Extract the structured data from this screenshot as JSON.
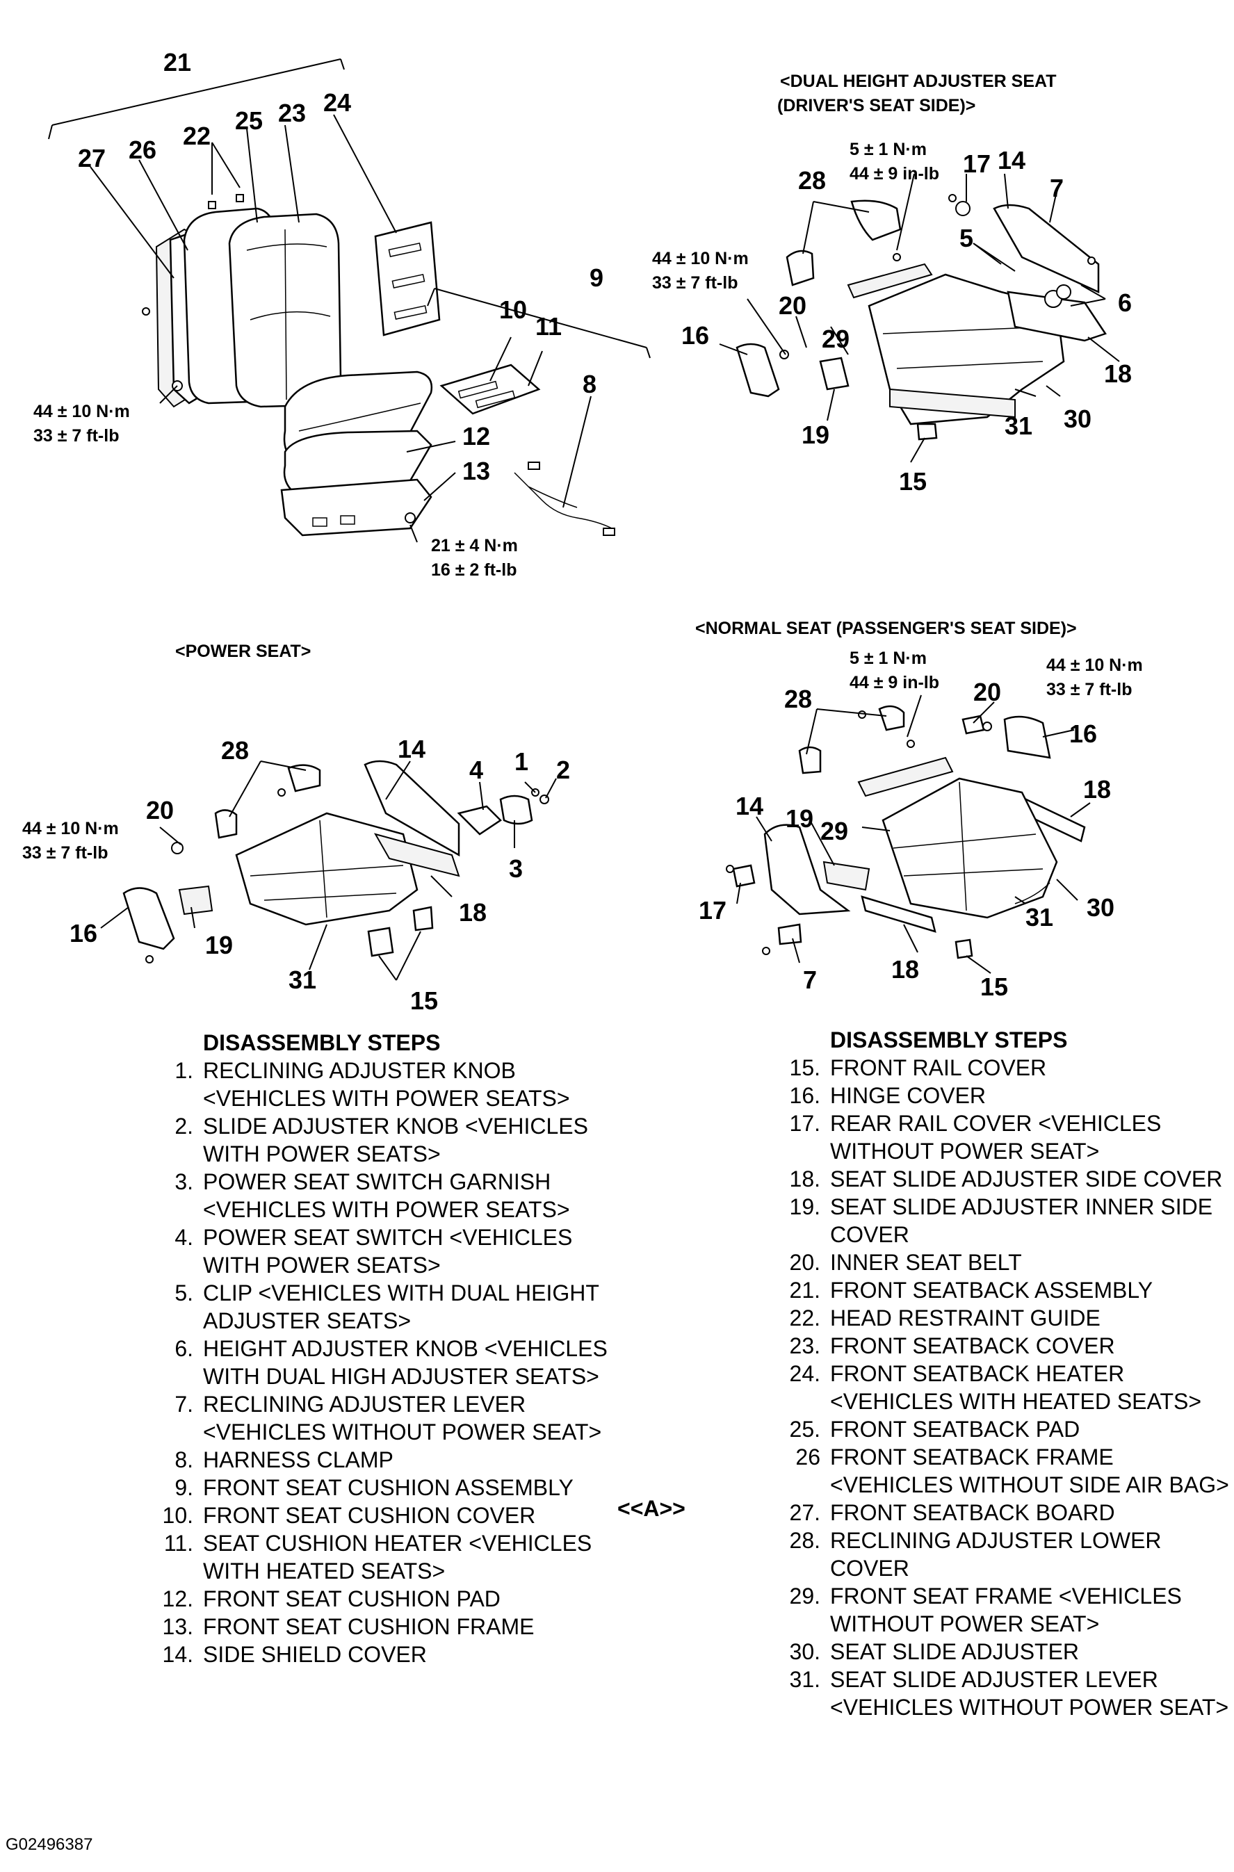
{
  "headings": {
    "dual_height": [
      "<DUAL HEIGHT ADJUSTER SEAT",
      "(DRIVER'S SEAT SIDE)>"
    ],
    "power_seat": "<POWER SEAT>",
    "normal_seat": "<NORMAL SEAT (PASSENGER'S SEAT SIDE)>"
  },
  "torques": {
    "seatback_bolt": [
      "44 ± 10 N·m",
      "33 ± 7 ft-lb"
    ],
    "cushion_bolt": [
      "21 ± 4 N·m",
      "16 ± 2 ft-lb"
    ],
    "dual_small": [
      "5 ± 1 N·m",
      "44 ± 9 in-lb"
    ],
    "dual_belt": [
      "44 ± 10 N·m",
      "33 ± 7 ft-lb"
    ],
    "power_belt": [
      "44 ± 10 N·m",
      "33 ± 7 ft-lb"
    ],
    "normal_small": [
      "5 ± 1 N·m",
      "44 ± 9 in-lb"
    ],
    "normal_belt": [
      "44 ± 10 N·m",
      "33 ± 7 ft-lb"
    ]
  },
  "callouts": {
    "seat": [
      "21",
      "22",
      "25",
      "23",
      "24",
      "27",
      "26",
      "9",
      "10",
      "11",
      "8",
      "12",
      "13"
    ],
    "dual": [
      "28",
      "17",
      "14",
      "7",
      "5",
      "6",
      "20",
      "16",
      "29",
      "18",
      "19",
      "31",
      "30",
      "15"
    ],
    "power": [
      "28",
      "14",
      "4",
      "1",
      "2",
      "3",
      "20",
      "16",
      "19",
      "31",
      "18",
      "15"
    ],
    "normal": [
      "28",
      "20",
      "16",
      "18",
      "14",
      "19",
      "29",
      "17",
      "7",
      "18",
      "15",
      "31",
      "30"
    ]
  },
  "left_list": {
    "title": "DISASSEMBLY STEPS",
    "items": [
      {
        "n": "1.",
        "text": "RECLINING ADJUSTER KNOB <VEHICLES WITH POWER SEATS>"
      },
      {
        "n": "2.",
        "text": "SLIDE ADJUSTER KNOB <VEHICLES WITH POWER SEATS>"
      },
      {
        "n": "3.",
        "text": "POWER SEAT SWITCH GARNISH <VEHICLES WITH POWER SEATS>"
      },
      {
        "n": "4.",
        "text": "POWER SEAT SWITCH <VEHICLES WITH POWER SEATS>"
      },
      {
        "n": "5.",
        "text": "CLIP <VEHICLES WITH DUAL HEIGHT ADJUSTER SEATS>"
      },
      {
        "n": "6.",
        "text": "HEIGHT ADJUSTER KNOB <VEHICLES WITH DUAL HIGH ADJUSTER SEATS>"
      },
      {
        "n": "7.",
        "text": "RECLINING ADJUSTER LEVER <VEHICLES WITHOUT POWER SEAT>"
      },
      {
        "n": "8.",
        "text": "HARNESS CLAMP"
      },
      {
        "n": "9.",
        "text": "FRONT SEAT CUSHION ASSEMBLY"
      },
      {
        "n": "10.",
        "text": "FRONT SEAT CUSHION COVER"
      },
      {
        "n": "11.",
        "text": "SEAT CUSHION HEATER <VEHICLES WITH HEATED SEATS>"
      },
      {
        "n": "12.",
        "text": "FRONT SEAT CUSHION PAD"
      },
      {
        "n": "13.",
        "text": "FRONT SEAT CUSHION FRAME"
      },
      {
        "n": "14.",
        "text": "SIDE SHIELD COVER"
      }
    ]
  },
  "right_list": {
    "title": "DISASSEMBLY STEPS",
    "items": [
      {
        "n": "15.",
        "text": "FRONT RAIL COVER"
      },
      {
        "n": "16.",
        "text": "HINGE COVER"
      },
      {
        "n": "17.",
        "text": "REAR RAIL COVER <VEHICLES WITHOUT POWER SEAT>"
      },
      {
        "n": "18.",
        "text": "SEAT SLIDE ADJUSTER SIDE COVER"
      },
      {
        "n": "19.",
        "text": "SEAT SLIDE ADJUSTER INNER SIDE COVER"
      },
      {
        "n": "20.",
        "text": "INNER SEAT BELT"
      },
      {
        "n": "21.",
        "text": "FRONT SEATBACK ASSEMBLY"
      },
      {
        "n": "22.",
        "text": "HEAD RESTRAINT GUIDE"
      },
      {
        "n": "23.",
        "text": "FRONT SEATBACK COVER"
      },
      {
        "n": "24.",
        "text": "FRONT SEATBACK HEATER <VEHICLES WITH HEATED SEATS>"
      },
      {
        "n": "25.",
        "text": "FRONT SEATBACK PAD"
      },
      {
        "n": "26",
        "text": "FRONT SEATBACK FRAME <VEHICLES WITHOUT SIDE AIR BAG>"
      },
      {
        "n": "27.",
        "text": "FRONT SEATBACK BOARD"
      },
      {
        "n": "28.",
        "text": "RECLINING ADJUSTER LOWER COVER"
      },
      {
        "n": "29.",
        "text": "FRONT SEAT FRAME <VEHICLES WITHOUT POWER SEAT>"
      },
      {
        "n": "30.",
        "text": "SEAT SLIDE ADJUSTER"
      },
      {
        "n": "31.",
        "text": "SEAT SLIDE ADJUSTER LEVER <VEHICLES WITHOUT POWER SEAT>"
      }
    ]
  },
  "marker": "<<A>>",
  "figure_id": "G02496387"
}
